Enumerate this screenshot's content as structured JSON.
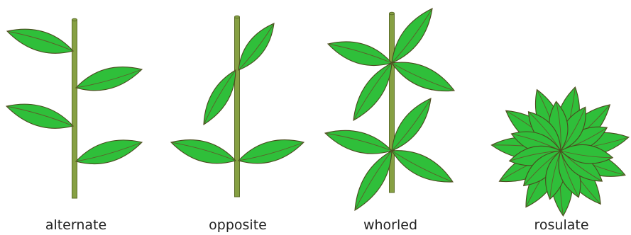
{
  "colors": {
    "leaf_fill": "#2fbf3a",
    "leaf_stroke": "#4a4a1e",
    "leaf_vein": "#5d5d2a",
    "stem_fill": "#86a043",
    "stem_stroke": "#5c6e2a",
    "caption_text": "#222222"
  },
  "panels": [
    {
      "id": "alternate",
      "label": "alternate"
    },
    {
      "id": "opposite",
      "label": "opposite"
    },
    {
      "id": "whorled",
      "label": "whorled"
    },
    {
      "id": "rosulate",
      "label": "rosulate"
    }
  ]
}
